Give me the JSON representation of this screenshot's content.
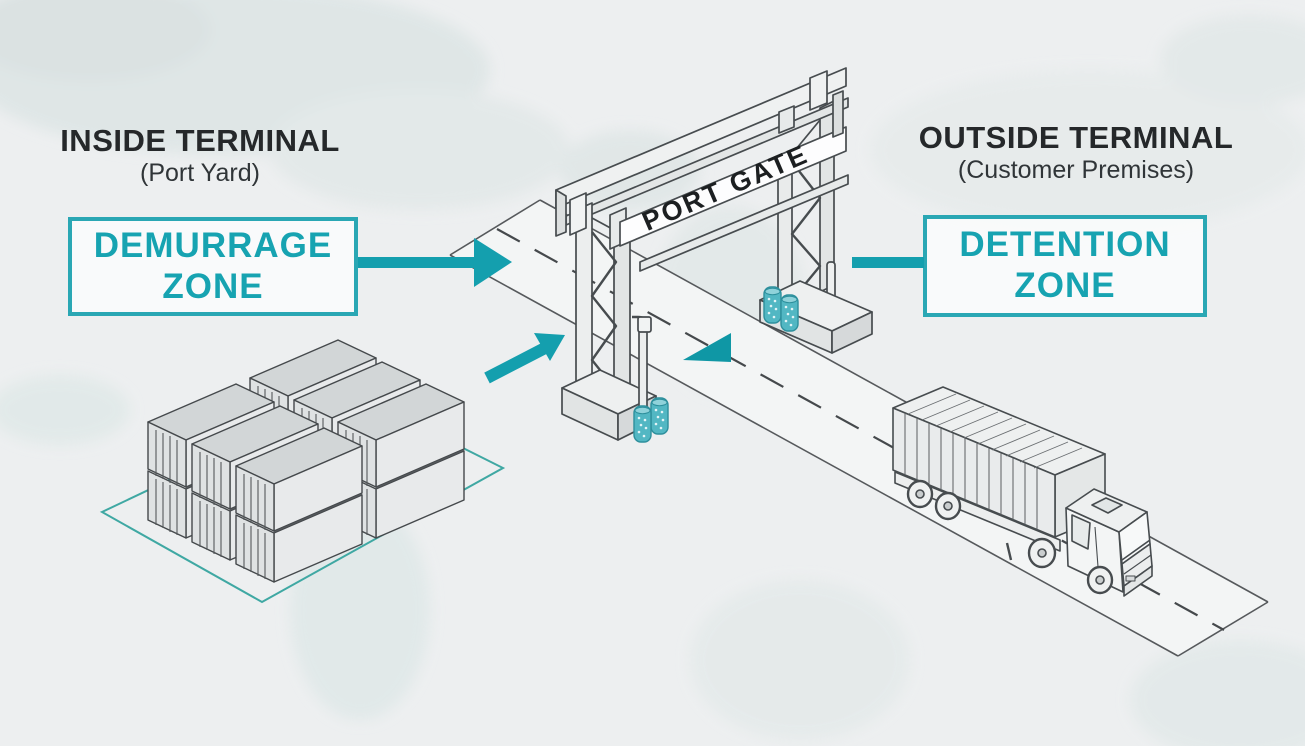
{
  "colors": {
    "teal": "#149fae",
    "teal_text": "#17a3b1",
    "teal_border": "#2aa7b4",
    "teal_dark": "#0f97a5",
    "yard_line": "#3fa8a3",
    "barrel_fill": "#52b7c3",
    "dark_text": "#25282a",
    "line_ink": "#474c4f",
    "background": "#edeff0"
  },
  "left_section": {
    "title": "INSIDE TERMINAL",
    "subtitle": "(Port Yard)",
    "zone_line1": "DEMURRAGE",
    "zone_line2": "ZONE"
  },
  "right_section": {
    "title": "OUTSIDE TERMINAL",
    "subtitle": "(Customer Premises)",
    "zone_line1": "DETENTION",
    "zone_line2": "ZONE"
  },
  "gate": {
    "sign": "PORT GATE"
  }
}
